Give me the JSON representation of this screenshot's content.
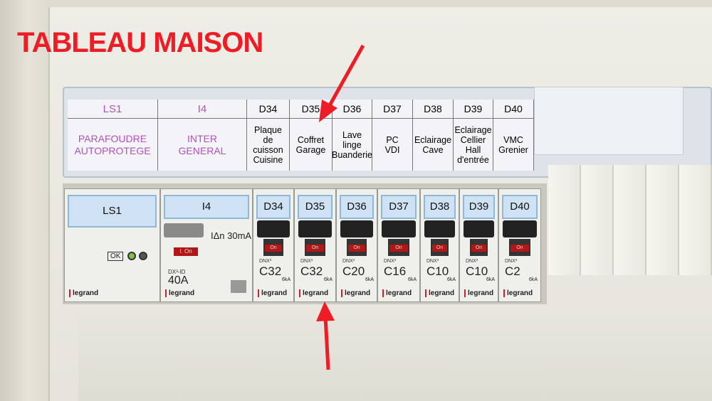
{
  "title": "TABLEAU MAISON",
  "accent": "#ee1c25",
  "labels": [
    {
      "code": "LS1",
      "desc": "PARAFOUDRE\nAUTOPROTEGE"
    },
    {
      "code": "I4",
      "desc": "INTER\nGENERAL"
    },
    {
      "code": "D34",
      "desc": "Plaque\nde\ncuisson\nCuisine"
    },
    {
      "code": "D35",
      "desc": "Coffret\nGarage"
    },
    {
      "code": "D36",
      "desc": "Lave\nlinge\nBuanderie"
    },
    {
      "code": "D37",
      "desc": "PC\nVDI"
    },
    {
      "code": "D38",
      "desc": "Eclairage\nCave"
    },
    {
      "code": "D39",
      "desc": "Eclairage\nCellier\nHall\nd'entrée"
    },
    {
      "code": "D40",
      "desc": "VMC\nGrenier"
    }
  ],
  "breakers": [
    {
      "tag": "LS1",
      "brand": "legrand",
      "badge": "OK"
    },
    {
      "tag": "I4",
      "brand": "legrand",
      "model": "DX³-ID",
      "rating": "40A",
      "sensitivity": "IΔn 30mA",
      "state": "I. On"
    },
    {
      "tag": "D34",
      "model": "DNX³",
      "rating": "C32",
      "ka": "6kA",
      "brand": "legrand",
      "state": "On"
    },
    {
      "tag": "D35",
      "model": "DNX³",
      "rating": "C32",
      "ka": "6kA",
      "brand": "legrand",
      "state": "On"
    },
    {
      "tag": "D36",
      "model": "DNX³",
      "rating": "C20",
      "ka": "6kA",
      "brand": "legrand",
      "state": "On"
    },
    {
      "tag": "D37",
      "model": "DNX³",
      "rating": "C16",
      "ka": "6kA",
      "brand": "legrand",
      "state": "On"
    },
    {
      "tag": "D38",
      "model": "DNX³",
      "rating": "C10",
      "ka": "6kA",
      "brand": "legrand",
      "state": "On"
    },
    {
      "tag": "D39",
      "model": "DNX³",
      "rating": "C10",
      "ka": "6kA",
      "brand": "legrand",
      "state": "On"
    },
    {
      "tag": "D40",
      "model": "DNX³",
      "rating": "C2",
      "ka": "6kA",
      "brand": "legrand",
      "state": "On"
    }
  ]
}
